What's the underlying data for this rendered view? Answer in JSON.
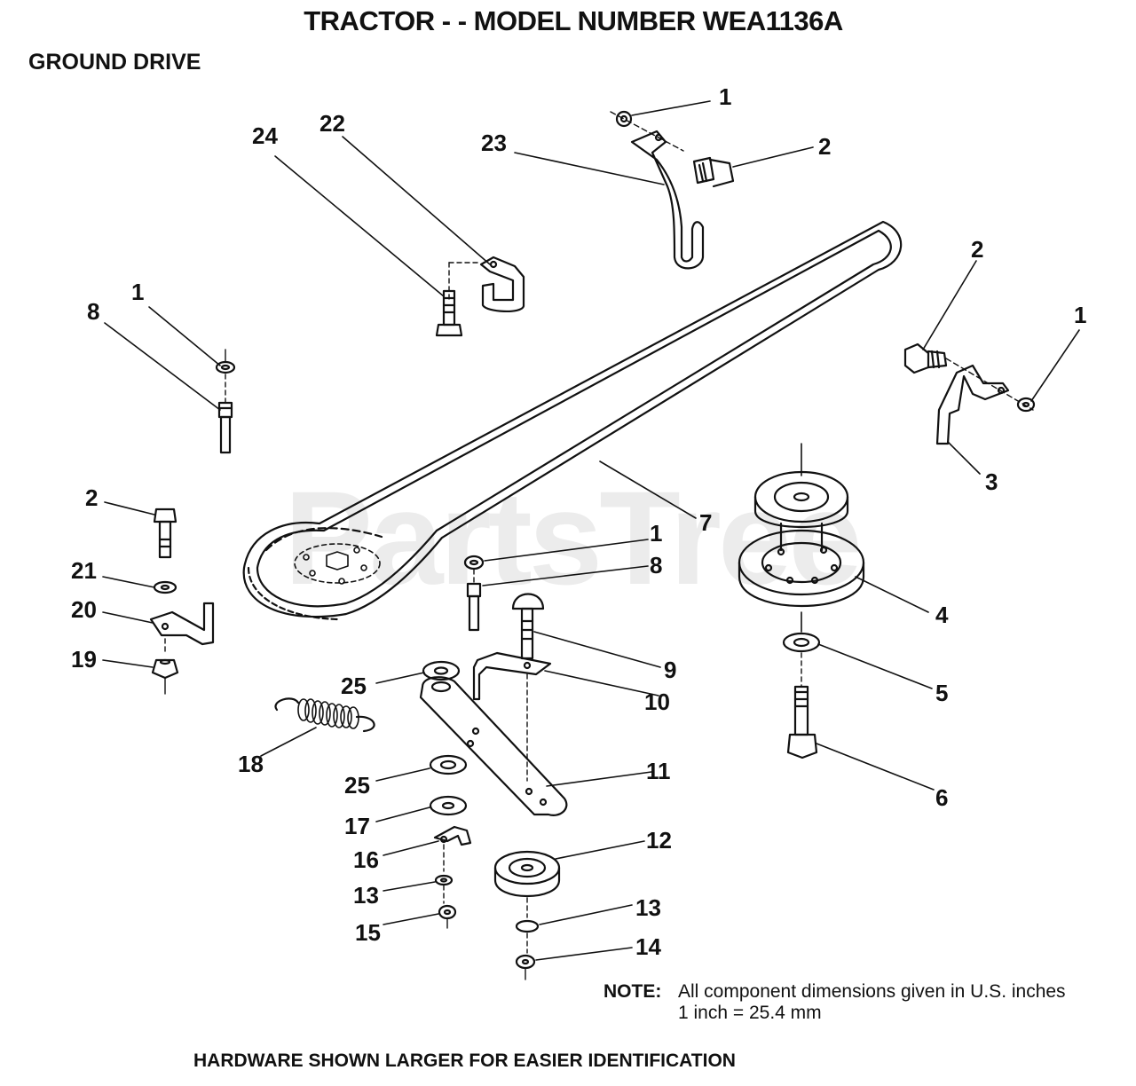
{
  "header": {
    "title": "TRACTOR - - MODEL NUMBER WEA1136A",
    "subtitle": "GROUND DRIVE"
  },
  "note": {
    "label": "NOTE:",
    "line1": "All component dimensions given in U.S. inches",
    "line2": "1 inch = 25.4 mm"
  },
  "footer": "HARDWARE SHOWN LARGER FOR EASIER IDENTIFICATION",
  "watermark": "PartsTree",
  "callouts": {
    "c1a": "1",
    "c2a": "2",
    "c23": "23",
    "c22": "22",
    "c24": "24",
    "c1b": "1",
    "c8a": "8",
    "c2b": "2",
    "c1c": "1",
    "c3": "3",
    "c7": "7",
    "c1d": "1",
    "c8b": "8",
    "c4": "4",
    "c2c": "2",
    "c21": "21",
    "c20": "20",
    "c19": "19",
    "c9": "9",
    "c10": "10",
    "c25a": "25",
    "c5": "5",
    "c18": "18",
    "c6": "6",
    "c11": "11",
    "c25b": "25",
    "c17": "17",
    "c12": "12",
    "c16": "16",
    "c13a": "13",
    "c15": "15",
    "c13b": "13",
    "c14": "14"
  }
}
